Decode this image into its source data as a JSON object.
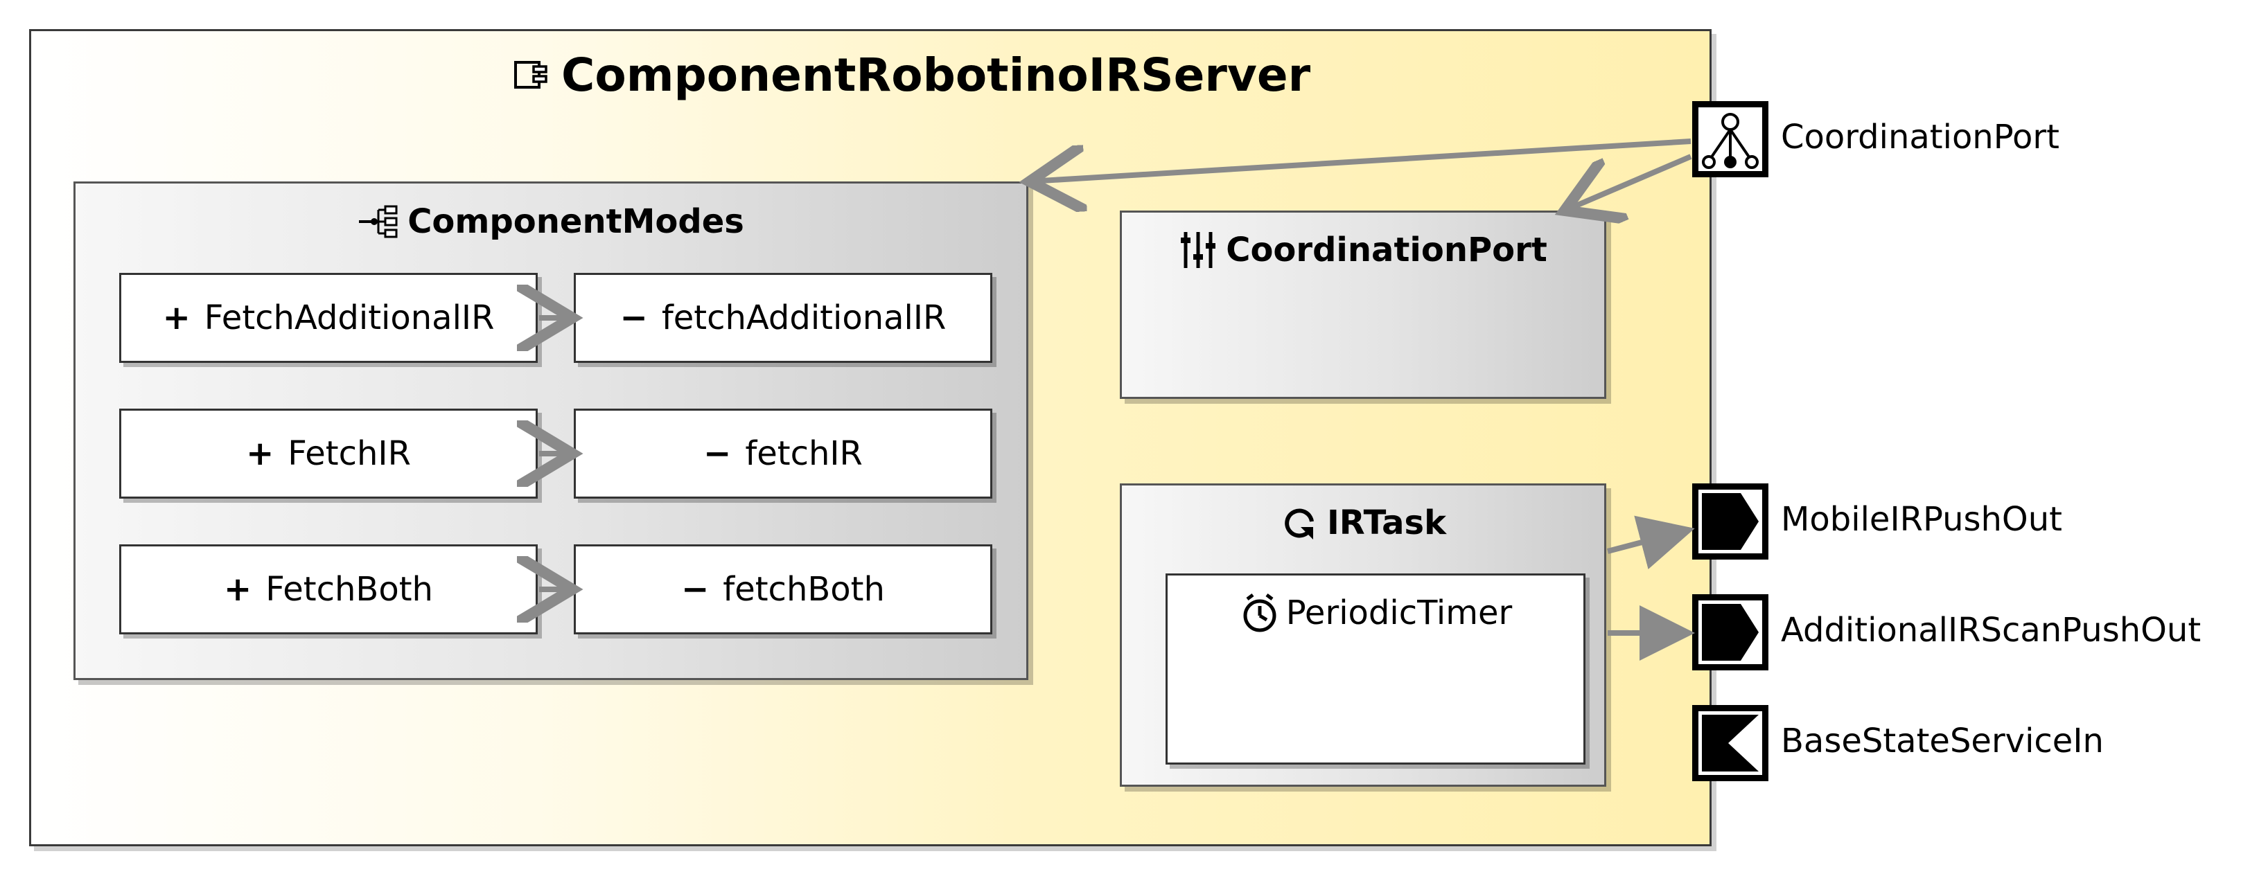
{
  "component": {
    "name": "ComponentRobotinoIRServer",
    "icon": "component-icon"
  },
  "component_modes": {
    "title": "ComponentModes",
    "icon": "modes-tree-icon",
    "rows": [
      {
        "public": {
          "sign": "+",
          "label": "FetchAdditionalIR"
        },
        "private": {
          "sign": "−",
          "label": "fetchAdditionalIR"
        }
      },
      {
        "public": {
          "sign": "+",
          "label": "FetchIR"
        },
        "private": {
          "sign": "−",
          "label": "fetchIR"
        }
      },
      {
        "public": {
          "sign": "+",
          "label": "FetchBoth"
        },
        "private": {
          "sign": "−",
          "label": "fetchBoth"
        }
      }
    ]
  },
  "coordination_box": {
    "title": "CoordinationPort",
    "icon": "sliders-icon"
  },
  "ir_task": {
    "title": "IRTask",
    "icon": "task-loop-icon",
    "timer": {
      "label": "PeriodicTimer",
      "icon": "timer-icon"
    }
  },
  "ports": {
    "coordination": {
      "label": "CoordinationPort",
      "icon": "coordination-port-icon"
    },
    "mobile_ir_push_out": {
      "label": "MobileIRPushOut",
      "icon": "push-out-port-icon"
    },
    "additional_ir_scan_push_out": {
      "label": "AdditionalIRScanPushOut",
      "icon": "push-out-port-icon"
    },
    "base_state_service_in": {
      "label": "BaseStateServiceIn",
      "icon": "service-in-port-icon"
    }
  },
  "colors": {
    "connector": "#8a8a8a",
    "component_fill_end": "#fff0b0"
  }
}
